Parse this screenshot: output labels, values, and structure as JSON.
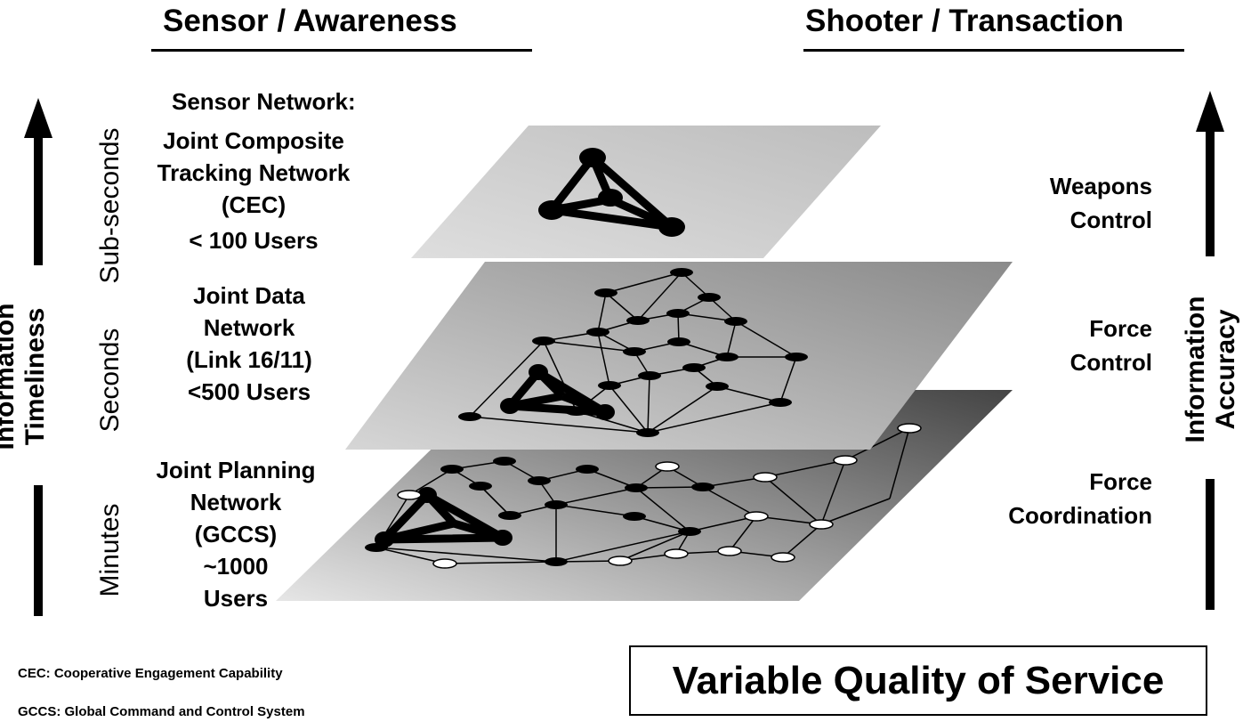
{
  "header": {
    "left_title": "Sensor / Awareness",
    "right_title": "Shooter / Transaction"
  },
  "left_axis": {
    "label_line1": "Information",
    "label_line2": "Timeliness",
    "scale": [
      "Sub-seconds",
      "Seconds",
      "Minutes"
    ]
  },
  "right_axis": {
    "label_line1": "Information",
    "label_line2": "Accuracy"
  },
  "networks": [
    {
      "layer": "top",
      "lines": [
        "Sensor Network:",
        "Joint Composite",
        "Tracking Network",
        "(CEC)",
        "< 100 Users"
      ],
      "role_lines": [
        "Weapons",
        "Control"
      ]
    },
    {
      "layer": "middle",
      "lines": [
        "Joint Data",
        "Network",
        "(Link 16/11)",
        "<500 Users"
      ],
      "role_lines": [
        "Force",
        "Control"
      ]
    },
    {
      "layer": "bottom",
      "lines": [
        "Joint Planning",
        "Network",
        "(GCCS)",
        "~1000",
        "Users"
      ],
      "role_lines": [
        "Force",
        "Coordination"
      ]
    }
  ],
  "footnotes": [
    "CEC: Cooperative Engagement Capability",
    "GCCS:  Global Command and Control System"
  ],
  "qos_label": "Variable Quality of Service",
  "colors": {
    "ink": "#000000",
    "plane_dark": "#5a5a5a",
    "plane_light": "#d8d8d8",
    "node_dark": "#000000",
    "node_light": "#ffffff"
  }
}
